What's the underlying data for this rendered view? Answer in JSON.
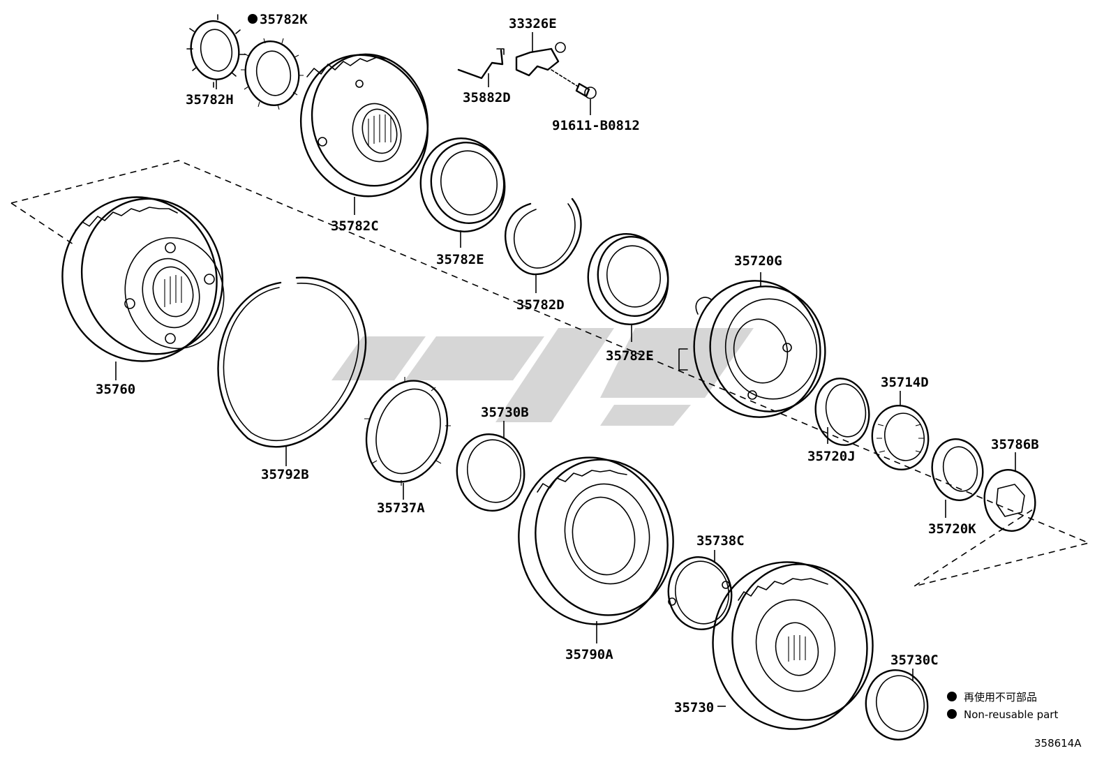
{
  "parts": {
    "p35782K": "35782K",
    "p35782H": "35782H",
    "p33326E": "33326E",
    "p35882D": "35882D",
    "p91611": "91611-B0812",
    "p35782C": "35782C",
    "p35782E_a": "35782E",
    "p35782D": "35782D",
    "p35782E_b": "35782E",
    "p35720G": "35720G",
    "p35760": "35760",
    "p35792B": "35792B",
    "p35737A": "35737A",
    "p35730B": "35730B",
    "p35714D": "35714D",
    "p35720J": "35720J",
    "p35786B": "35786B",
    "p35720K": "35720K",
    "p35738C": "35738C",
    "p35790A": "35790A",
    "p35730C": "35730C",
    "p35730": "35730"
  },
  "legend": {
    "jp": "再使用不可部品",
    "en": "Non-reusable part"
  },
  "diagram_code": "358614A"
}
